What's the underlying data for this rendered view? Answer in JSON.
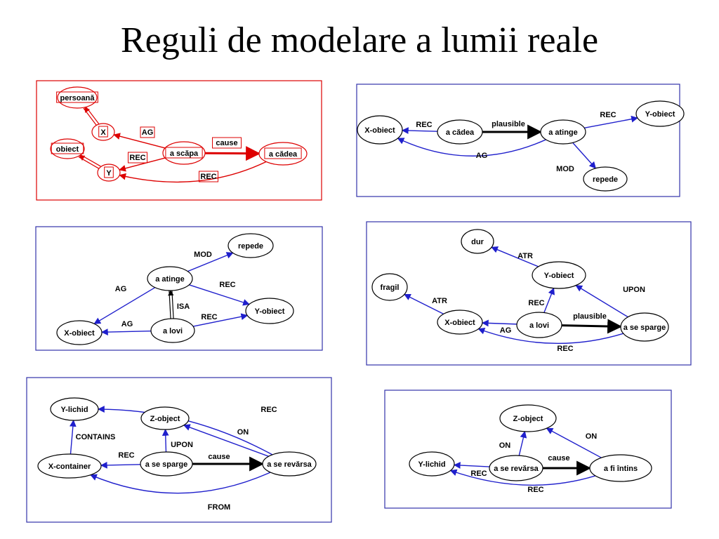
{
  "title": "Reguli de modelare a lumii reale",
  "colors": {
    "red": "#dd0000",
    "blue": "#1f1fcc",
    "black": "#000000",
    "frame_blue": "#3333aa"
  },
  "panels": [
    {
      "id": "p1",
      "frame": "red",
      "nodes": [
        {
          "id": "persoana",
          "label": "persoană",
          "boxed": true
        },
        {
          "id": "X",
          "label": "X",
          "boxed": true
        },
        {
          "id": "obiect",
          "label": "obiect",
          "boxed": true
        },
        {
          "id": "Y",
          "label": "Y",
          "boxed": true
        },
        {
          "id": "ascapa",
          "label": "a scăpa",
          "boxed": true
        },
        {
          "id": "acadea",
          "label": "a cădea",
          "boxed": true
        }
      ],
      "edges": [
        {
          "from": "X",
          "to": "persoana",
          "style": "double",
          "color": "red",
          "label": ""
        },
        {
          "from": "Y",
          "to": "obiect",
          "style": "double",
          "color": "red",
          "label": ""
        },
        {
          "from": "ascapa",
          "to": "X",
          "style": "thin",
          "color": "red",
          "label": "AG",
          "boxed": true
        },
        {
          "from": "ascapa",
          "to": "Y",
          "style": "thin",
          "color": "red",
          "label": "REC",
          "boxed": true
        },
        {
          "from": "ascapa",
          "to": "acadea",
          "style": "thick",
          "color": "red",
          "label": "cause",
          "boxed": true
        },
        {
          "from": "acadea",
          "to": "Y",
          "style": "thin",
          "color": "red",
          "label": "REC",
          "boxed": true
        }
      ]
    },
    {
      "id": "p2",
      "frame": "blue",
      "nodes": [
        {
          "id": "xob",
          "label": "X-obiect"
        },
        {
          "id": "cad",
          "label": "a cădea"
        },
        {
          "id": "ati",
          "label": "a atinge"
        },
        {
          "id": "yob",
          "label": "Y-obiect"
        },
        {
          "id": "rep",
          "label": "repede"
        }
      ],
      "edges": [
        {
          "from": "cad",
          "to": "xob",
          "style": "thin",
          "color": "blue",
          "label": "REC"
        },
        {
          "from": "cad",
          "to": "ati",
          "style": "thick",
          "color": "black",
          "label": "plausible"
        },
        {
          "from": "ati",
          "to": "yob",
          "style": "thin",
          "color": "blue",
          "label": "REC"
        },
        {
          "from": "ati",
          "to": "rep",
          "style": "thin",
          "color": "blue",
          "label": "MOD"
        },
        {
          "from": "ati",
          "to": "xob",
          "style": "thin",
          "color": "blue",
          "label": "AG"
        }
      ]
    },
    {
      "id": "p3",
      "frame": "blue",
      "nodes": [
        {
          "id": "rep",
          "label": "repede"
        },
        {
          "id": "ati",
          "label": "a atinge"
        },
        {
          "id": "yob",
          "label": "Y-obiect"
        },
        {
          "id": "xob",
          "label": "X-obiect"
        },
        {
          "id": "lov",
          "label": "a lovi"
        }
      ],
      "edges": [
        {
          "from": "ati",
          "to": "rep",
          "style": "thin",
          "color": "blue",
          "label": "MOD"
        },
        {
          "from": "ati",
          "to": "xob",
          "style": "thin",
          "color": "blue",
          "label": "AG"
        },
        {
          "from": "ati",
          "to": "yob",
          "style": "thin",
          "color": "blue",
          "label": "REC"
        },
        {
          "from": "lov",
          "to": "ati",
          "style": "double",
          "color": "black",
          "label": "ISA"
        },
        {
          "from": "lov",
          "to": "xob",
          "style": "thin",
          "color": "blue",
          "label": "AG"
        },
        {
          "from": "lov",
          "to": "yob",
          "style": "thin",
          "color": "blue",
          "label": "REC"
        }
      ]
    },
    {
      "id": "p4",
      "frame": "blue",
      "nodes": [
        {
          "id": "dur",
          "label": "dur"
        },
        {
          "id": "yob",
          "label": "Y-obiect"
        },
        {
          "id": "fra",
          "label": "fragil"
        },
        {
          "id": "xob",
          "label": "X-obiect"
        },
        {
          "id": "lov",
          "label": "a lovi"
        },
        {
          "id": "spa",
          "label": "a se sparge"
        }
      ],
      "edges": [
        {
          "from": "yob",
          "to": "dur",
          "style": "thin",
          "color": "blue",
          "label": "ATR"
        },
        {
          "from": "xob",
          "to": "fra",
          "style": "thin",
          "color": "blue",
          "label": "ATR"
        },
        {
          "from": "lov",
          "to": "yob",
          "style": "thin",
          "color": "blue",
          "label": "REC"
        },
        {
          "from": "lov",
          "to": "xob",
          "style": "thin",
          "color": "blue",
          "label": "AG"
        },
        {
          "from": "lov",
          "to": "spa",
          "style": "thick",
          "color": "black",
          "label": "plausible"
        },
        {
          "from": "spa",
          "to": "yob",
          "style": "thin",
          "color": "blue",
          "label": "UPON"
        },
        {
          "from": "spa",
          "to": "xob",
          "style": "thin",
          "color": "blue",
          "label": "REC"
        }
      ]
    },
    {
      "id": "p5",
      "frame": "blue",
      "nodes": [
        {
          "id": "yli",
          "label": "Y-lichid"
        },
        {
          "id": "zob",
          "label": "Z-object"
        },
        {
          "id": "xco",
          "label": "X-container"
        },
        {
          "id": "spa",
          "label": "a se sparge"
        },
        {
          "id": "rev",
          "label": "a se revărsa"
        }
      ],
      "edges": [
        {
          "from": "xco",
          "to": "yli",
          "style": "thin",
          "color": "blue",
          "label": "CONTAINS"
        },
        {
          "from": "spa",
          "to": "zob",
          "style": "thin",
          "color": "blue",
          "label": "UPON"
        },
        {
          "from": "spa",
          "to": "xco",
          "style": "thin",
          "color": "blue",
          "label": "REC"
        },
        {
          "from": "spa",
          "to": "rev",
          "style": "thick",
          "color": "black",
          "label": "cause"
        },
        {
          "from": "rev",
          "to": "zob",
          "style": "thin",
          "color": "blue",
          "label": "ON"
        },
        {
          "from": "rev",
          "to": "yli",
          "style": "thin",
          "color": "blue",
          "label": "REC"
        },
        {
          "from": "rev",
          "to": "xco",
          "style": "thin",
          "color": "blue",
          "label": "FROM"
        }
      ]
    },
    {
      "id": "p6",
      "frame": "blue",
      "nodes": [
        {
          "id": "zob",
          "label": "Z-object"
        },
        {
          "id": "yli",
          "label": "Y-lichid"
        },
        {
          "id": "rev",
          "label": "a se revărsa"
        },
        {
          "id": "fii",
          "label": "a fi întins"
        }
      ],
      "edges": [
        {
          "from": "rev",
          "to": "zob",
          "style": "thin",
          "color": "blue",
          "label": "ON"
        },
        {
          "from": "rev",
          "to": "yli",
          "style": "thin",
          "color": "blue",
          "label": "REC"
        },
        {
          "from": "rev",
          "to": "fii",
          "style": "thick",
          "color": "black",
          "label": "cause"
        },
        {
          "from": "fii",
          "to": "zob",
          "style": "thin",
          "color": "blue",
          "label": "ON"
        },
        {
          "from": "fii",
          "to": "yli",
          "style": "thin",
          "color": "blue",
          "label": "REC"
        }
      ]
    }
  ]
}
